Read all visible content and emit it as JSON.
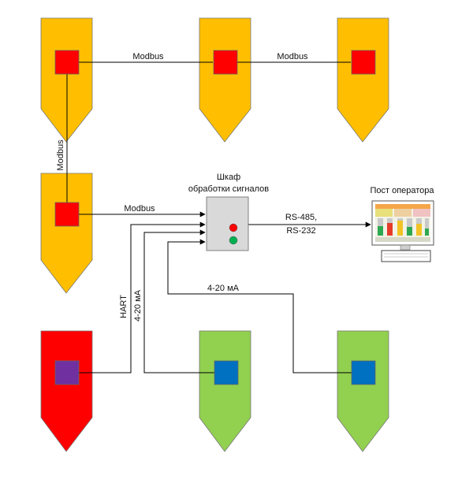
{
  "labels": {
    "modbus_top_left": "Modbus",
    "modbus_top_right": "Modbus",
    "modbus_vertical": "Modbus",
    "modbus_mid": "Modbus",
    "hart": "HART",
    "ma_vertical": "4-20 мА",
    "ma_horizontal": "4-20 мА",
    "rs_line1": "RS-485,",
    "rs_line2": "RS-232",
    "cabinet_line1": "Шкаф",
    "cabinet_line2": "обработки сигналов",
    "operator": "Пост оператора"
  },
  "colors": {
    "tank_orange": "#FFBF00",
    "tank_red": "#FF0000",
    "tank_green": "#92D050",
    "sensor_red": "#FF0000",
    "sensor_purple": "#7030A0",
    "sensor_blue": "#0070C0",
    "cabinet_gray": "#D9D9D9",
    "indicator_red": "#FF0000",
    "indicator_green": "#00B050"
  }
}
